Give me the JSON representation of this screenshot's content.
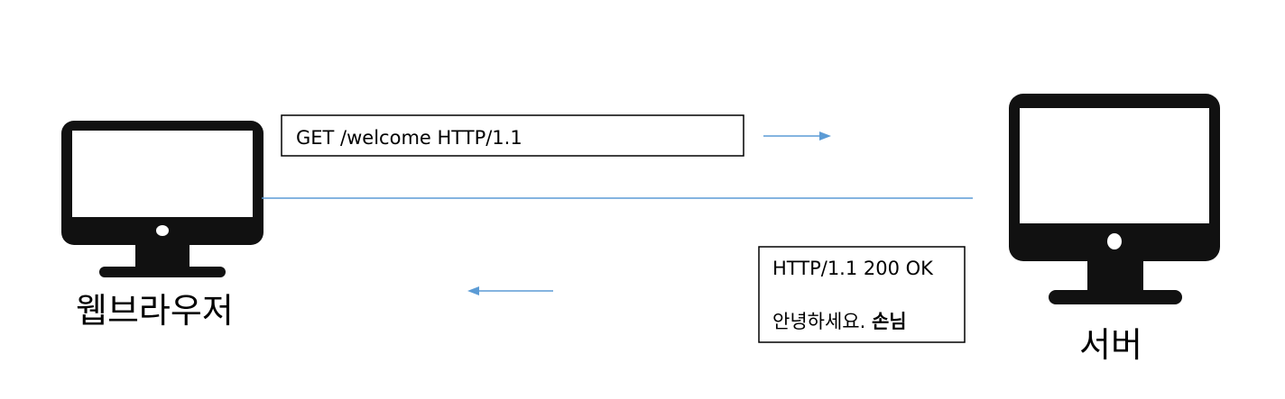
{
  "client": {
    "label": "웹브라우저",
    "icon": "monitor-icon"
  },
  "server": {
    "label": "서버",
    "icon": "monitor-icon"
  },
  "request": {
    "text": "GET /welcome HTTP/1.1"
  },
  "response": {
    "status_line": "HTTP/1.1 200 OK",
    "body_prefix": "안녕하세요. ",
    "body_bold": "손님"
  },
  "colors": {
    "device": "#111111",
    "screen": "#ffffff",
    "connection_line": "#5b9bd5",
    "arrow": "#5b9bd5",
    "box_border": "#000000"
  }
}
